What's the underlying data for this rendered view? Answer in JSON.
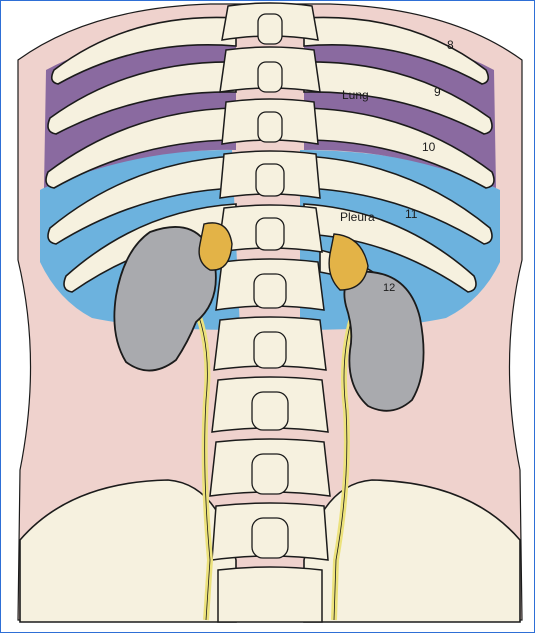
{
  "labels": {
    "rib_8": "8",
    "rib_9": "9",
    "rib_10": "10",
    "rib_11": "11",
    "rib_12": "12",
    "lung": "Lung",
    "pleura": "Pleura"
  },
  "colors": {
    "skin": "#efd2cd",
    "lung": "#8a6aa0",
    "pleura": "#6cb2de",
    "bone": "#f6f1df",
    "kidney": "#a9aaae",
    "adrenal": "#e3b347",
    "ureter": "#ece27c",
    "outline": "#1b1b1b",
    "frame_border": "#2e6fd6"
  }
}
